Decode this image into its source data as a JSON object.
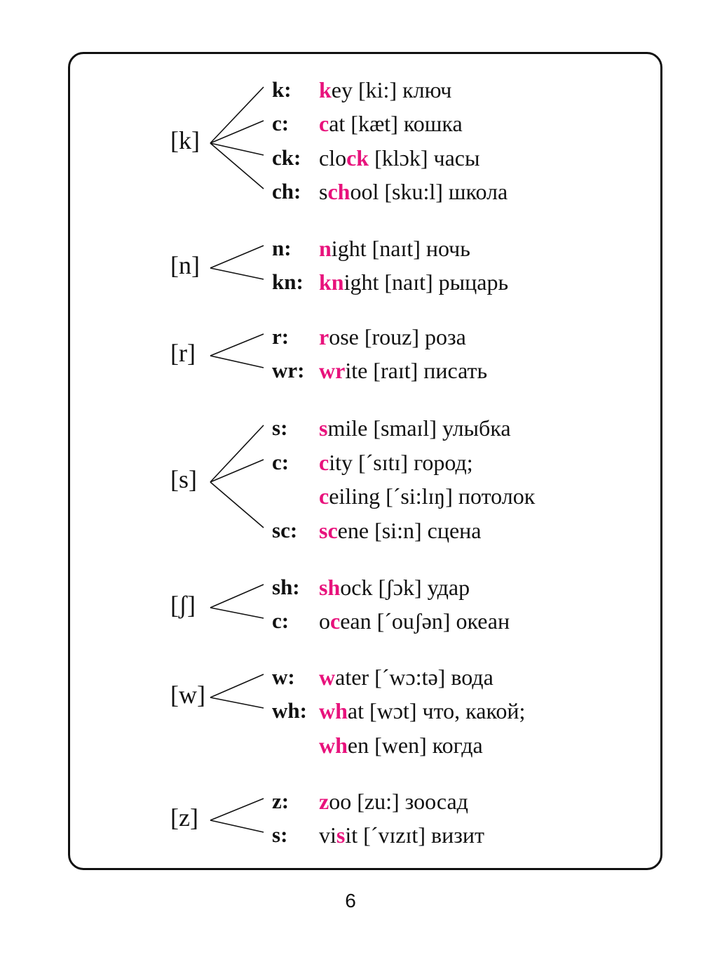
{
  "accent_color": "#e8127c",
  "page_number": "6",
  "groups": [
    {
      "sound": "[k]",
      "entries": [
        {
          "label": "k:",
          "pre": "",
          "hl": "k",
          "post": "ey",
          "ipa": "[ki:]",
          "tr": "ключ"
        },
        {
          "label": "c:",
          "pre": "",
          "hl": "c",
          "post": "at",
          "ipa": "[kæt]",
          "tr": "кошка"
        },
        {
          "label": "ck:",
          "pre": "clo",
          "hl": "ck",
          "post": "",
          "ipa": "[klɔk]",
          "tr": "часы"
        },
        {
          "label": "ch:",
          "pre": "s",
          "hl": "ch",
          "post": "ool",
          "ipa": "[sku:l]",
          "tr": "школа"
        }
      ]
    },
    {
      "sound": "[n]",
      "entries": [
        {
          "label": "n:",
          "pre": "",
          "hl": "n",
          "post": "ight",
          "ipa": "[naɪt]",
          "tr": "ночь"
        },
        {
          "label": "kn:",
          "pre": "",
          "hl": "kn",
          "post": "ight",
          "ipa": "[naɪt]",
          "tr": "рыцарь"
        }
      ]
    },
    {
      "sound": "[r]",
      "entries": [
        {
          "label": "r:",
          "pre": "",
          "hl": "r",
          "post": "ose",
          "ipa": "[rouz]",
          "tr": "роза"
        },
        {
          "label": "wr:",
          "pre": "",
          "hl": "wr",
          "post": "ite",
          "ipa": "[raɪt]",
          "tr": "писать"
        }
      ]
    },
    {
      "sound": "[s]",
      "entries": [
        {
          "label": "s:",
          "pre": "",
          "hl": "s",
          "post": "mile",
          "ipa": "[smaɪl]",
          "tr": "улыбка"
        },
        {
          "label": "c:",
          "pre": "",
          "hl": "c",
          "post": "ity",
          "ipa": "[ˊsɪtɪ]",
          "tr": "город;"
        },
        {
          "label": "",
          "pre": "",
          "hl": "c",
          "post": "eiling",
          "ipa": "[ˊsi:lɪŋ]",
          "tr": "потолок"
        },
        {
          "label": "sc:",
          "pre": "",
          "hl": "sc",
          "post": "ene",
          "ipa": "[si:n]",
          "tr": "сцена"
        }
      ]
    },
    {
      "sound": "[ʃ]",
      "entries": [
        {
          "label": "sh:",
          "pre": "",
          "hl": "sh",
          "post": "ock",
          "ipa": "[ʃɔk]",
          "tr": "удар"
        },
        {
          "label": "c:",
          "pre": "o",
          "hl": "c",
          "post": "ean",
          "ipa": "[ˊouʃən]",
          "tr": "океан"
        }
      ]
    },
    {
      "sound": "[w]",
      "entries": [
        {
          "label": "w:",
          "pre": "",
          "hl": "w",
          "post": "ater",
          "ipa": "[ˊwɔ:tə]",
          "tr": "вода"
        },
        {
          "label": "wh:",
          "pre": "",
          "hl": "wh",
          "post": "at",
          "ipa": "[wɔt]",
          "tr": "что, какой;"
        },
        {
          "label": "",
          "pre": "",
          "hl": "wh",
          "post": "en",
          "ipa": "[wen]",
          "tr": "когда"
        }
      ]
    },
    {
      "sound": "[z]",
      "entries": [
        {
          "label": "z:",
          "pre": "",
          "hl": "z",
          "post": "oo",
          "ipa": "[zu:]",
          "tr": "зоосад"
        },
        {
          "label": "s:",
          "pre": "vi",
          "hl": "s",
          "post": "it",
          "ipa": "[ˊvɪzɪt]",
          "tr": "визит"
        }
      ]
    }
  ]
}
